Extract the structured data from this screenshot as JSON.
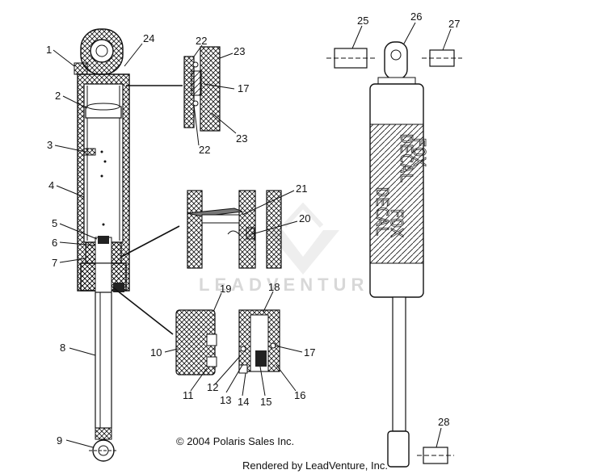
{
  "callouts": [
    "1",
    "2",
    "3",
    "4",
    "5",
    "6",
    "7",
    "8",
    "9",
    "10",
    "11",
    "12",
    "13",
    "14",
    "15",
    "16",
    "17",
    "17",
    "18",
    "19",
    "20",
    "21",
    "22",
    "22",
    "23",
    "23",
    "24",
    "25",
    "26",
    "27",
    "28"
  ],
  "decal_text": [
    "DECAL",
    "FOX",
    "DECAL",
    "FOX"
  ],
  "watermark": "LEADVENTURE",
  "copyright": "© 2004 Polaris Sales Inc.",
  "rendered_by": "Rendered by LeadVenture, Inc."
}
